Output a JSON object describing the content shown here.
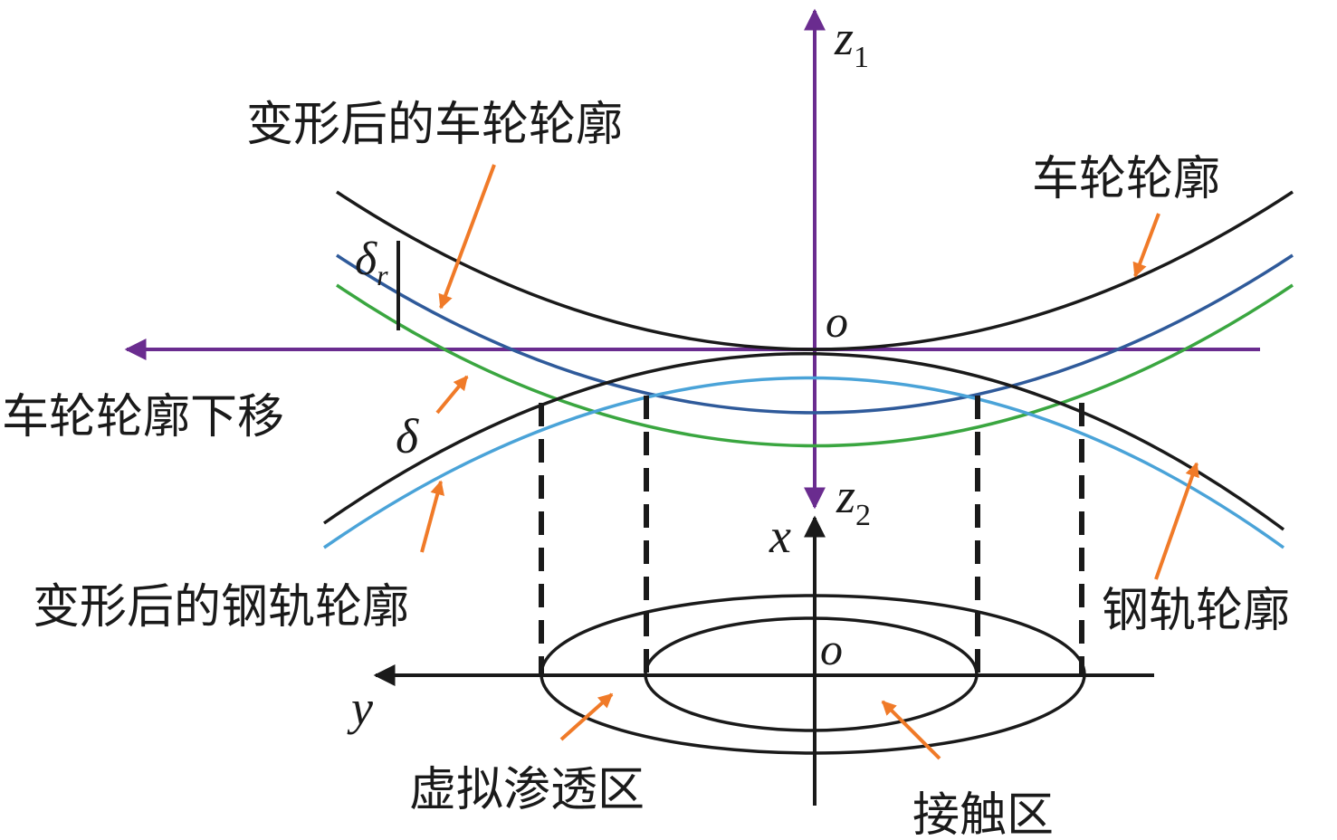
{
  "labels": {
    "deformed_wheel": "变形后的车轮轮廓",
    "wheel_profile": "车轮轮廓",
    "wheel_shift_down": "车轮轮廓下移",
    "deformed_rail": "变形后的钢轨轮廓",
    "rail_profile": "钢轨轮廓",
    "virtual_penetration": "虚拟渗透区",
    "contact_zone": "接触区"
  },
  "symbols": {
    "z1_base": "z",
    "z1_sub": "1",
    "z2_base": "z",
    "z2_sub": "2",
    "origin_top": "o",
    "origin_bottom": "o",
    "x_axis": "x",
    "y_axis": "y",
    "delta": "δ",
    "delta_r_base": "δ",
    "delta_r_sub": "r"
  },
  "colors": {
    "axis_purple": "#6a2c8f",
    "wheel_black": "#1a1a1a",
    "wheel_shifted_blue": "#2f5a9a",
    "wheel_deformed_green": "#3aa640",
    "rail_deformed_lightblue": "#4aa3d8",
    "arrow_orange": "#f07a28"
  }
}
